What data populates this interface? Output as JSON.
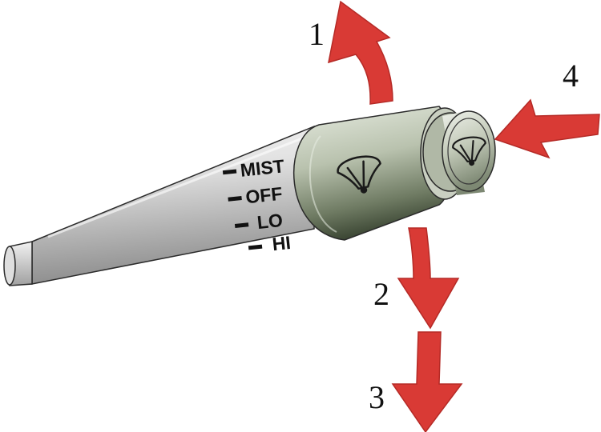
{
  "colors": {
    "arrow": "#d93a35",
    "arrow_edge": "#b52a26",
    "outline": "#2a2a2a",
    "stalk_light": "#ececec",
    "stalk_mid": "#b9b9b9",
    "stalk_dark": "#7a7a7a",
    "collar_light": "#dfe5d8",
    "collar_dark": "#4f5b46"
  },
  "stalk": {
    "speed_labels": [
      "MIST",
      "OFF",
      "LO",
      "HI"
    ],
    "collar_icon": "wiper-icon",
    "end_cap_icon": "wiper-icon"
  },
  "arrows": [
    {
      "label": "1",
      "action": "up"
    },
    {
      "label": "2",
      "action": "down"
    },
    {
      "label": "3",
      "action": "down"
    },
    {
      "label": "4",
      "action": "push-in"
    }
  ]
}
